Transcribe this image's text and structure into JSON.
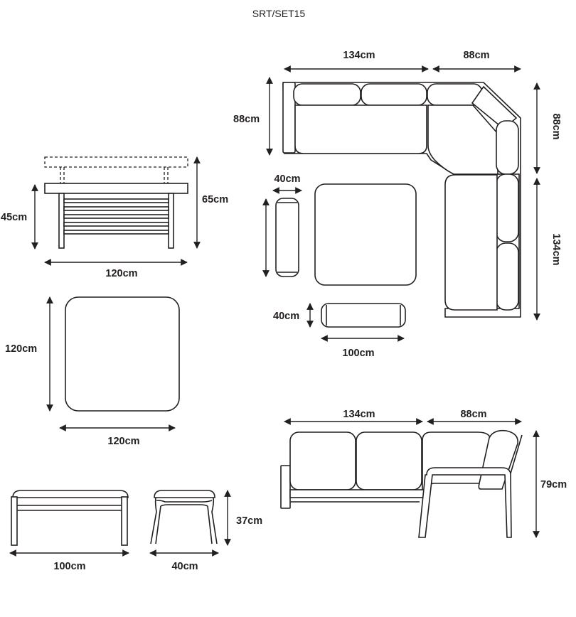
{
  "title": "SRT/SET15",
  "table_side": {
    "height_raised": "65cm",
    "height_low": "45cm",
    "width": "120cm"
  },
  "table_top": {
    "width": "120cm",
    "depth": "120cm"
  },
  "bench": {
    "width": "100cm"
  },
  "stool": {
    "width": "40cm",
    "height": "37cm"
  },
  "plan": {
    "sofa_length": "134cm",
    "corner_width": "88cm",
    "left_depth": "88cm",
    "right_depth": "88cm",
    "right_length": "134cm",
    "cushion_width": "40cm",
    "footstool_depth": "40cm",
    "footstool_width": "100cm"
  },
  "front": {
    "sofa_length": "134cm",
    "corner_width": "88cm",
    "height": "79cm"
  }
}
